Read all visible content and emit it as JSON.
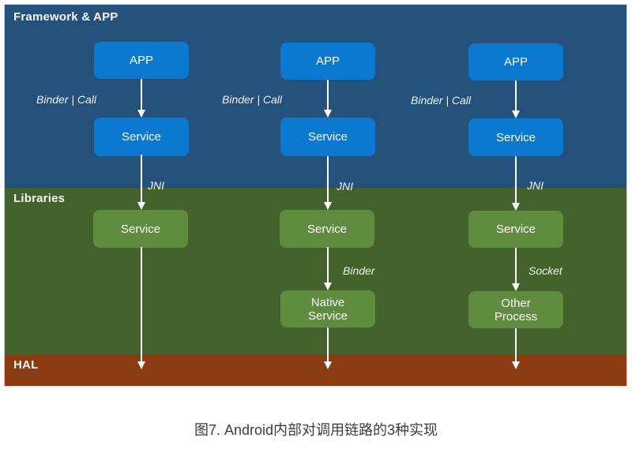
{
  "caption": "图7. Android内部对调用链路的3种实现",
  "bands": {
    "framework": {
      "label": "Framework & APP"
    },
    "libraries": {
      "label": "Libraries"
    },
    "hal": {
      "label": "HAL"
    }
  },
  "columns": [
    {
      "app_label": "APP",
      "call_label": "Binder | Call",
      "framework_service_label": "Service",
      "jni_label": "JNI",
      "library_service_label": "Service"
    },
    {
      "app_label": "APP",
      "call_label": "Binder | Call",
      "framework_service_label": "Service",
      "jni_label": "JNI",
      "library_service_label": "Service",
      "ipc_label": "Binder",
      "bottom_box_label": "Native Service"
    },
    {
      "app_label": "APP",
      "call_label": "Binder | Call",
      "framework_service_label": "Service",
      "jni_label": "JNI",
      "library_service_label": "Service",
      "ipc_label": "Socket",
      "bottom_box_label": "Other Process"
    }
  ],
  "colors": {
    "framework_band": "#24527d",
    "libraries_band": "#44622b",
    "hal_band": "#8c3c12",
    "blue_box": "#0b79d0",
    "green_box": "#5f8c3f",
    "arrow": "#ffffff",
    "caption_text": "#3c3c3c"
  }
}
